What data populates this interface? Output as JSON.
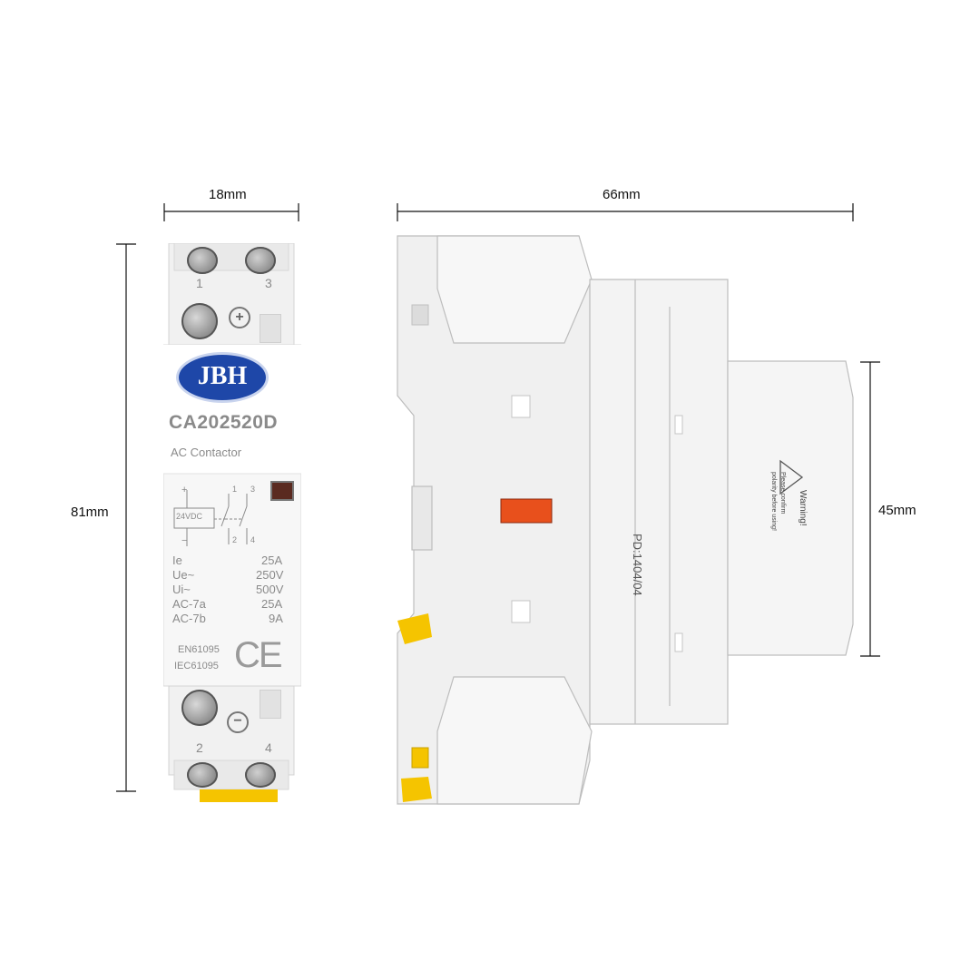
{
  "dimensions": {
    "width_front": "18mm",
    "width_side": "66mm",
    "height_front": "81mm",
    "height_rail": "45mm"
  },
  "front": {
    "brand": "JBH",
    "model": "CA202520D",
    "type": "AC Contactor",
    "terminals_top": [
      "1",
      "3"
    ],
    "terminals_bottom": [
      "2",
      "4"
    ],
    "plus_sign": "+",
    "minus_sign": "−",
    "coil_label": "24VDC",
    "diagram_plus": "+",
    "diagram_minus": "−",
    "diagram_nums_top": [
      "1",
      "3"
    ],
    "diagram_nums_bottom": [
      "2",
      "4"
    ],
    "ratings": [
      {
        "label": "Ie",
        "value": "25A"
      },
      {
        "label": "Ue~",
        "value": "250V"
      },
      {
        "label": "Ui~",
        "value": "500V"
      },
      {
        "label": "AC-7a",
        "value": "25A"
      },
      {
        "label": "AC-7b",
        "value": "9A"
      }
    ],
    "standards": [
      "EN61095",
      "IEC61095"
    ],
    "ce_mark": "CE"
  },
  "side": {
    "code": "PD:1404/04",
    "warning_title": "Warning!",
    "warning_line1": "Please confirm",
    "warning_line2": "polarity before using!"
  },
  "colors": {
    "body": "#f2f2f2",
    "outline": "#c8c8c8",
    "brand_blue": "#1e47a8",
    "indicator_red": "#e8501c",
    "clip_yellow": "#f5c400"
  }
}
